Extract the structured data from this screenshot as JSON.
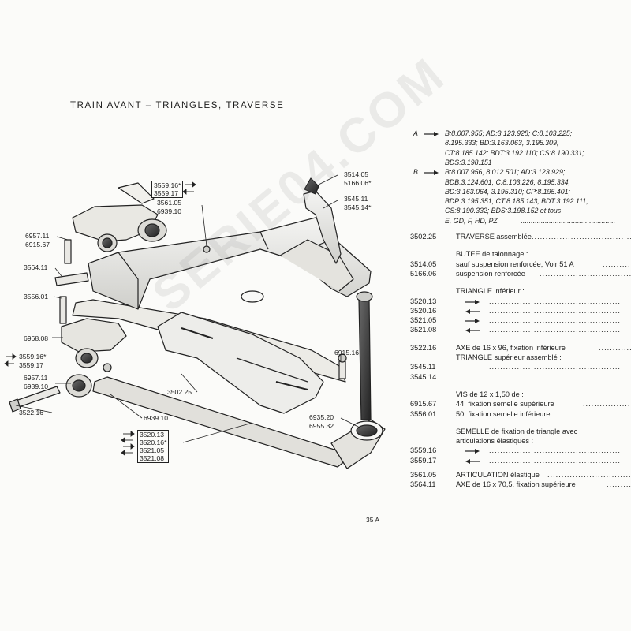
{
  "header": {
    "title": "TRAIN AVANT – TRIANGLES, TRAVERSE"
  },
  "footer": {
    "page_number": "35 A"
  },
  "watermark": "SERIE04.COM",
  "diagram": {
    "callouts": [
      {
        "id": "c1",
        "lines": [
          "3514.05",
          "5166.06*"
        ]
      },
      {
        "id": "c2",
        "lines": [
          "3545.11",
          "3545.14*"
        ]
      },
      {
        "id": "c3",
        "lines": [
          "3561.05",
          "6939.10"
        ]
      },
      {
        "id": "c4",
        "lines": [
          "6957.11",
          "6915.67"
        ]
      },
      {
        "id": "c5",
        "lines": [
          "3564.11"
        ]
      },
      {
        "id": "c6",
        "lines": [
          "3556.01"
        ]
      },
      {
        "id": "c7",
        "lines": [
          "6968.08"
        ]
      },
      {
        "id": "c8",
        "lines": [
          "3559.16*",
          "3559.17"
        ]
      },
      {
        "id": "c9",
        "lines": [
          "6957.11",
          "6939.10"
        ]
      },
      {
        "id": "c10",
        "lines": [
          "3522.16"
        ]
      },
      {
        "id": "c11",
        "lines": [
          "6915.16"
        ]
      },
      {
        "id": "c12",
        "lines": [
          "3502.25"
        ]
      },
      {
        "id": "c13",
        "lines": [
          "6939.10"
        ]
      },
      {
        "id": "c14",
        "lines": [
          "6935.20",
          "6955.32"
        ]
      }
    ],
    "boxed_top": [
      "3559.16*",
      "3559.17"
    ],
    "boxed_bottom": [
      "3520.13",
      "3520.16*",
      "3521.05",
      "3521.08"
    ]
  },
  "parts_list": {
    "applicability": [
      {
        "marker": "A",
        "lines": [
          "B:8.007.955; AD:3.123.928; C:8.103.225;",
          "8.195.333; BD:3.163.063, 3.195.309;",
          "CT:8.185.142; BDT:3.192.110; CS:8.190.331;",
          "BDS:3.198.151"
        ]
      },
      {
        "marker": "B",
        "lines": [
          "B:8.007.956, 8.012.501; AD:3.123.929;",
          "BDB:3.124.601; C:8.103.226, 8.195.334;",
          "BD:3.163.064, 3.195.310; CP:8.195.401;",
          "BDP:3.195.351; CT:8.185.143; BDT:3.192.111;",
          "CS:8.190.332; BDS:3.198.152 et tous",
          "E, GD, F, HD, PZ"
        ]
      }
    ],
    "rows": [
      {
        "ref": "3502.25",
        "desc": "TRAVERSE assemblée",
        "dots": true
      },
      {
        "ref": "",
        "desc": "BUTEE de talonnage :",
        "dots": false
      },
      {
        "ref": "3514.05",
        "desc": "sauf suspension renforcée, Voir 51 A",
        "dots": true
      },
      {
        "ref": "5166.06",
        "desc": "suspension renforcée",
        "dots": true
      },
      {
        "ref": "",
        "desc": "TRIANGLE inférieur :",
        "dots": false
      },
      {
        "ref": "3520.13",
        "desc": "",
        "dots": true,
        "arrow": "A"
      },
      {
        "ref": "3520.16",
        "desc": "",
        "dots": true,
        "arrow": "B"
      },
      {
        "ref": "3521.05",
        "desc": "",
        "dots": true,
        "arrow": "A"
      },
      {
        "ref": "3521.08",
        "desc": "",
        "dots": true,
        "arrow": "B"
      },
      {
        "ref": "3522.16",
        "desc": "AXE de 16 x 96, fixation inférieure",
        "dots": true
      },
      {
        "ref": "",
        "desc": "TRIANGLE supérieur assemblé :",
        "dots": false
      },
      {
        "ref": "3545.11",
        "desc": "",
        "dots": true
      },
      {
        "ref": "3545.14",
        "desc": "",
        "dots": true
      },
      {
        "ref": "",
        "desc": "VIS de 12 x 1,50 de :",
        "dots": false
      },
      {
        "ref": "6915.67",
        "desc": "44, fixation semelle supérieure",
        "dots": true
      },
      {
        "ref": "3556.01",
        "desc": "50, fixation semelle inférieure",
        "dots": true
      },
      {
        "ref": "",
        "desc": "SEMELLE de fixation de triangle avec",
        "dots": false
      },
      {
        "ref": "",
        "desc": "articulations élastiques :",
        "dots": false
      },
      {
        "ref": "3559.16",
        "desc": "",
        "dots": true,
        "arrow": "A"
      },
      {
        "ref": "3559.17",
        "desc": "",
        "dots": true,
        "arrow": "B"
      },
      {
        "ref": "3561.05",
        "desc": "ARTICULATION élastique",
        "dots": true
      },
      {
        "ref": "3564.11",
        "desc": "AXE de 16 x 70,5, fixation supérieure",
        "dots": true
      }
    ],
    "dots_text": "..............................................."
  }
}
